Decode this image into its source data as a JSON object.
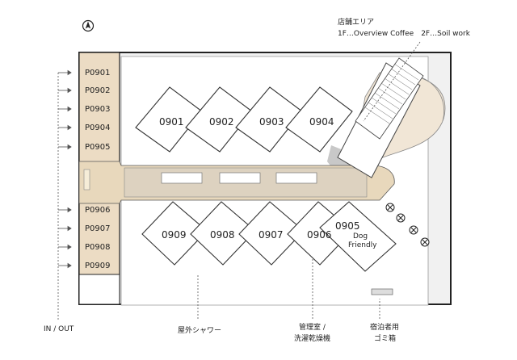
{
  "compass": {
    "icon": "north-arrow-icon"
  },
  "shop_area": {
    "title": "店舗エリア",
    "floors": "1F…Overview Coffee　2F…Soil work"
  },
  "parking": [
    "P0901",
    "P0902",
    "P0903",
    "P0904",
    "P0905",
    "P0906",
    "P0907",
    "P0908",
    "P0909"
  ],
  "rooms_top": [
    "0901",
    "0902",
    "0903",
    "0904"
  ],
  "rooms_bottom": [
    "0909",
    "0908",
    "0907",
    "0906"
  ],
  "room_0905": {
    "number": "0905",
    "note": "Dog Friendly",
    "note_lines": [
      "Dog",
      "Friendly"
    ]
  },
  "labels": {
    "in_out": "IN / OUT",
    "outdoor_shower": "屋外シャワー",
    "management": [
      "管理室 /",
      "洗濯乾燥機"
    ],
    "garbage": [
      "宿泊者用",
      "ゴミ箱"
    ]
  },
  "colors": {
    "parking_fill": "#ecdcc4",
    "corridor": "#e8d8bc",
    "room_fill": "#ffffff",
    "grounds": "#f1f1f1",
    "road": "#c8c8c8"
  }
}
